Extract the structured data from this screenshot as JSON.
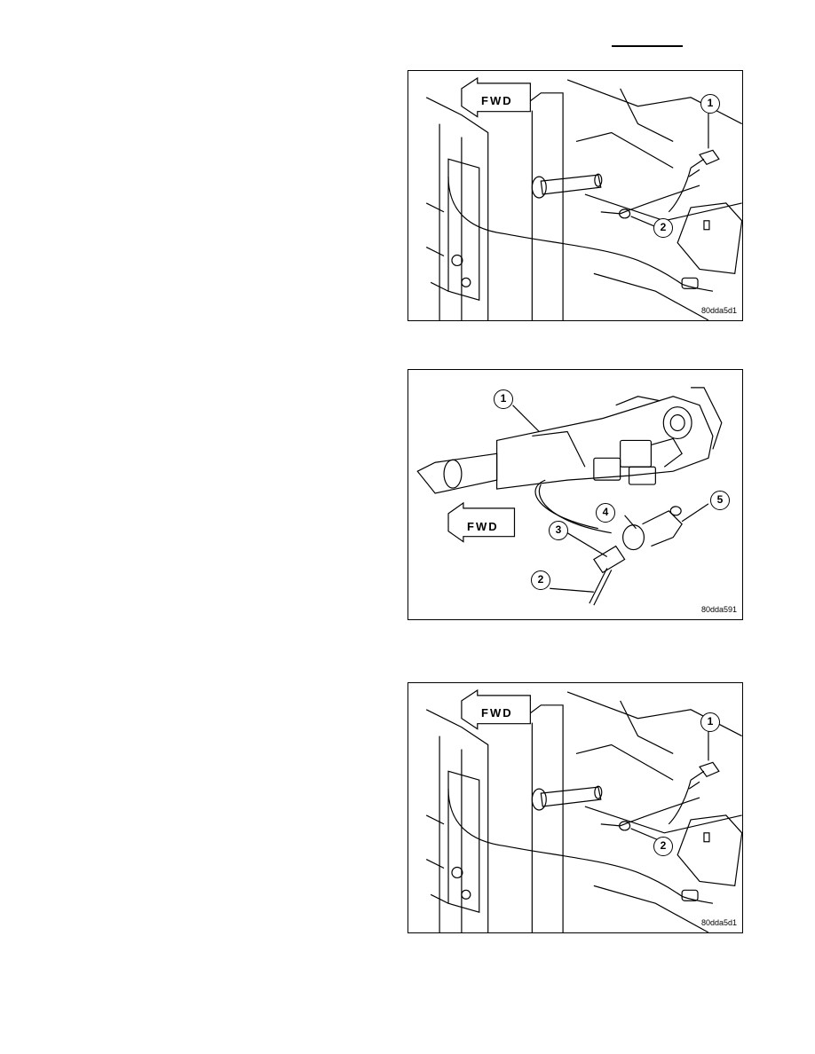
{
  "figures": [
    {
      "id": "80dda5d1",
      "fwd_label": "FWD",
      "callouts": [
        "1",
        "2"
      ]
    },
    {
      "id": "80dda591",
      "fwd_label": "FWD",
      "callouts": [
        "1",
        "2",
        "3",
        "4",
        "5"
      ]
    },
    {
      "id": "80dda5d1",
      "fwd_label": "FWD",
      "callouts": [
        "1",
        "2"
      ]
    }
  ]
}
